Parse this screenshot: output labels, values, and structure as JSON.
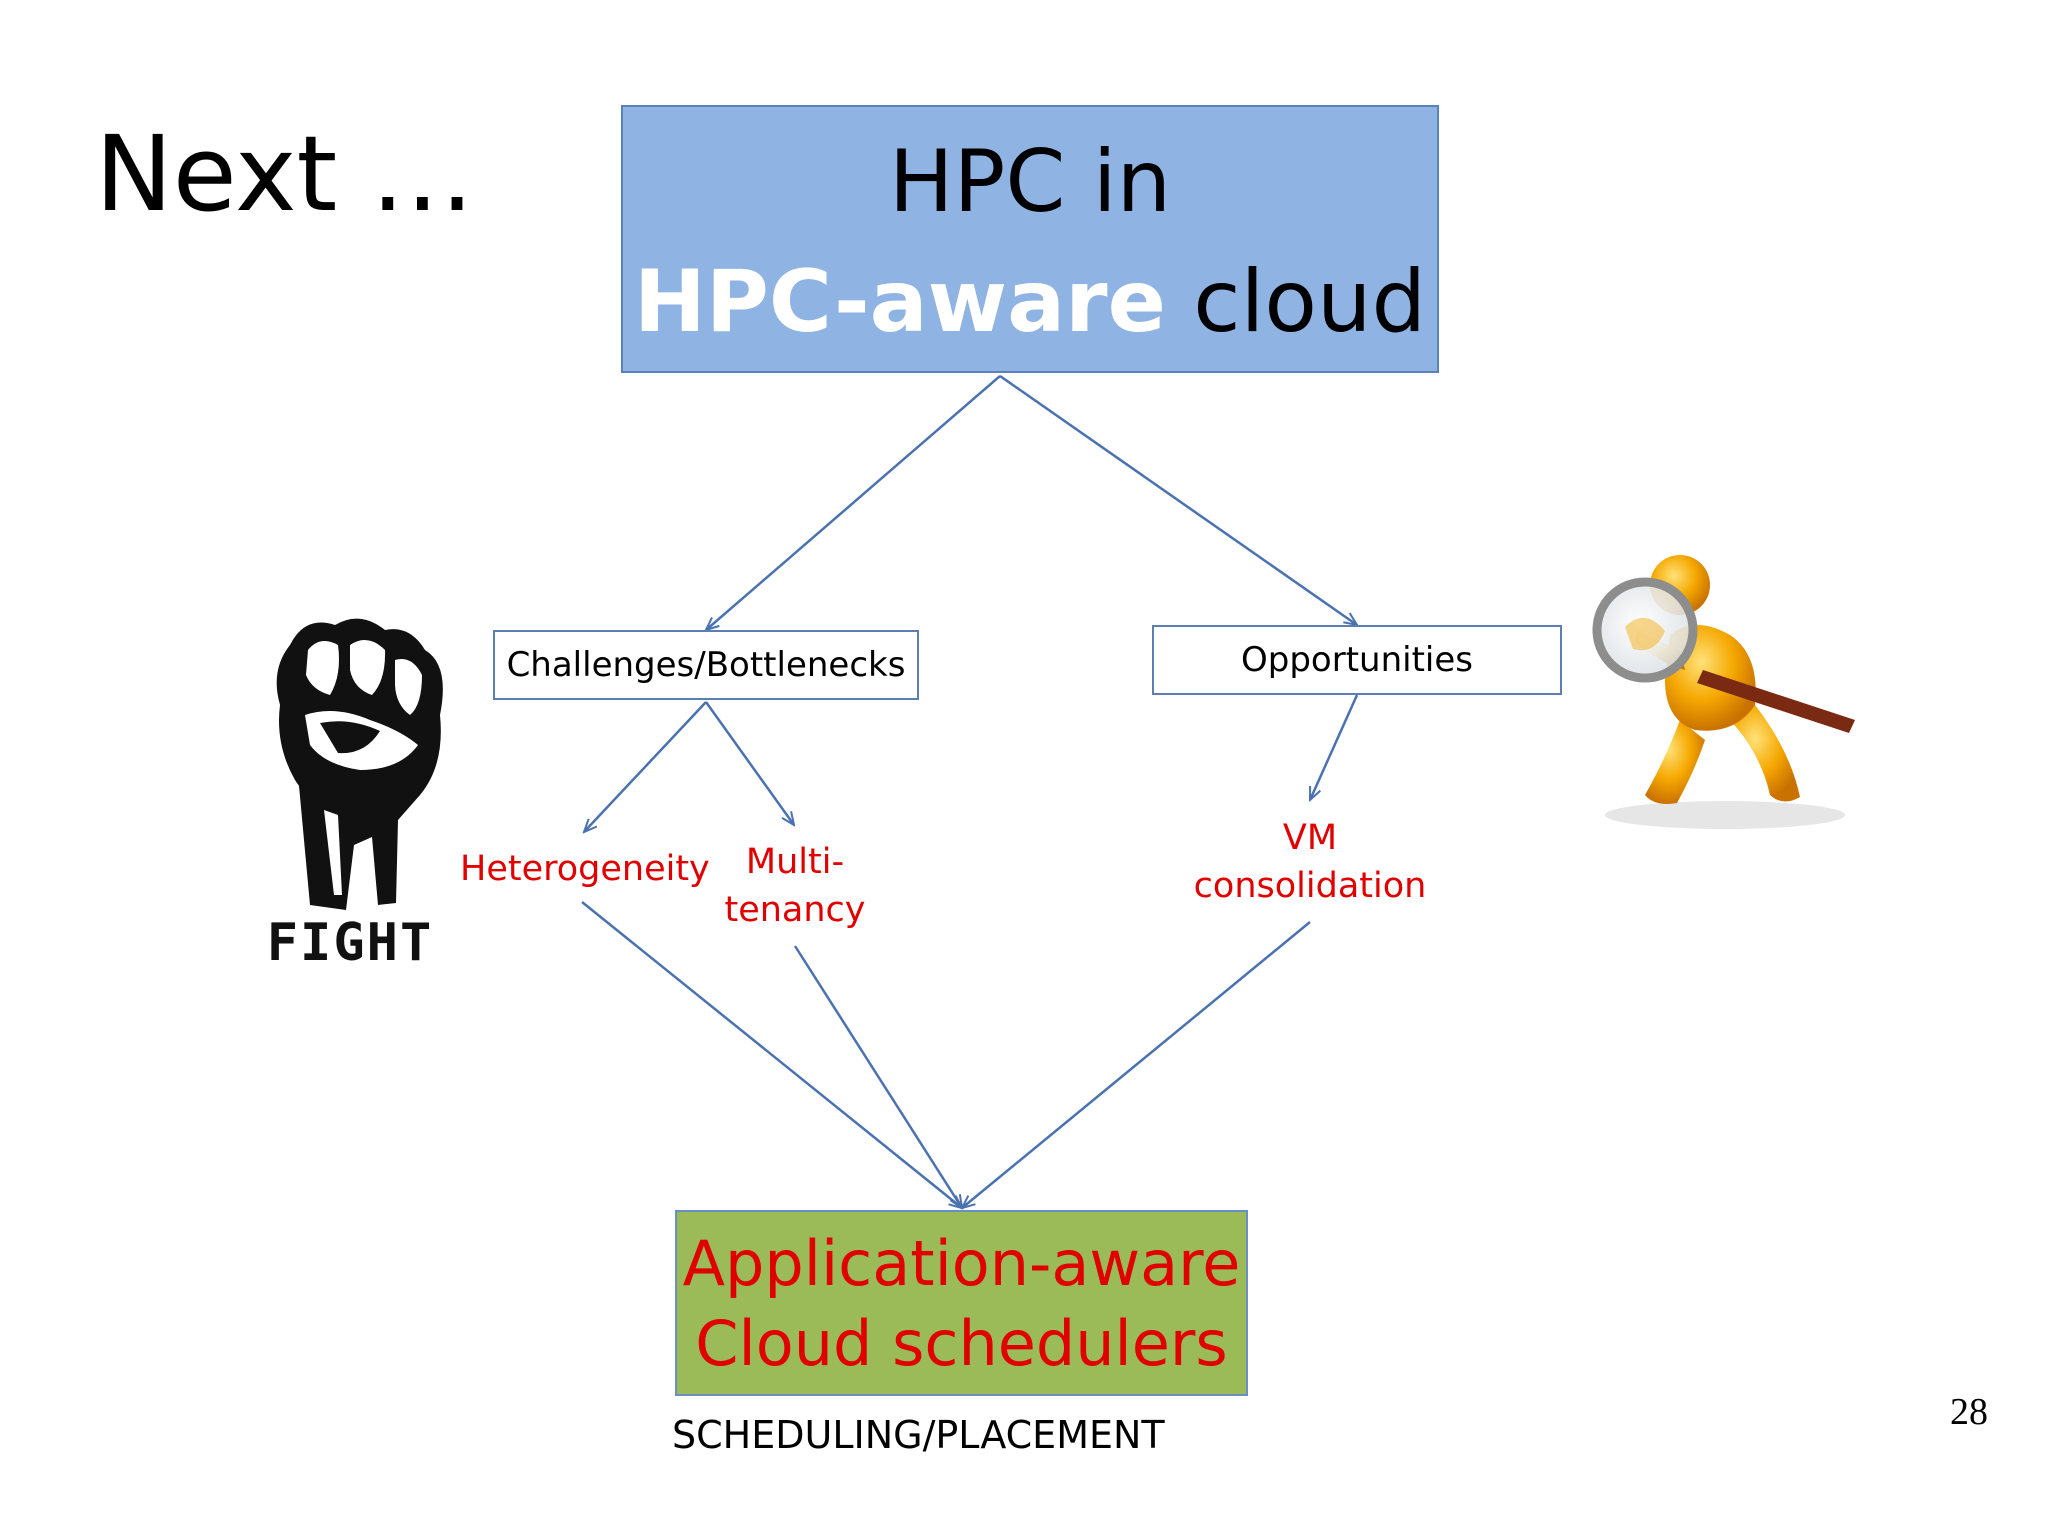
{
  "slide": {
    "title": "Next …",
    "page_number": "28"
  },
  "top_box": {
    "line1": "HPC in",
    "line2_highlight": "HPC-aware",
    "line2_rest": "cloud",
    "fill_color": "#8fb3e3"
  },
  "branches": {
    "challenges": "Challenges/Bottlenecks",
    "opportunities": "Opportunities"
  },
  "issues": {
    "heterogeneity": "Heterogeneity",
    "multitenancy_line1": "Multi-",
    "multitenancy_line2": "tenancy",
    "vm_line1": "VM",
    "vm_line2": "consolidation",
    "label_color": "#e00000"
  },
  "bottom_box": {
    "line1": "Application-aware",
    "line2": "Cloud schedulers",
    "fill_color": "#9bbb59",
    "caption": "SCHEDULING/PLACEMENT"
  },
  "images": {
    "fight_text": "FIGHT",
    "left_icon": "raised-fist-icon",
    "right_icon": "magnifying-glass-person-icon"
  },
  "colors": {
    "arrow": "#4a72b0"
  }
}
